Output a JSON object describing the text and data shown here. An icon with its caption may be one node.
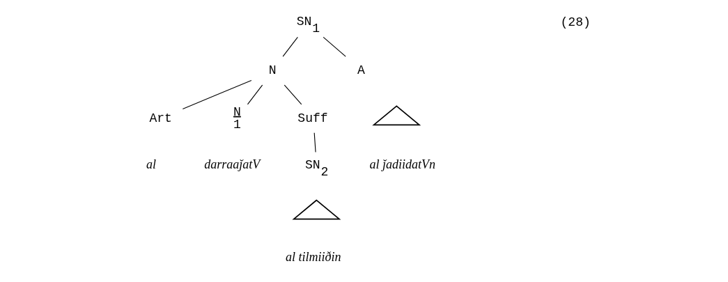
{
  "diagram": {
    "nodes": [
      {
        "text": [
          "SN$_{1}$"
        ]
      },
      {
        "text": [
          "N"
        ]
      },
      {
        "text": [
          "A"
        ]
      },
      {
        "text": [
          "Art"
        ]
      },
      {
        "text": [
          "N",
          "1"
        ]
      },
      {
        "text": [
          "Suff"
        ]
      },
      {
        "text": [
          "SN$_{2}$"
        ]
      },
      {
        "text": [],
        "shape": "triangle"
      },
      {
        "text": [],
        "shape": "triangle"
      },
      {
        "text": [
          "al"
        ]
      },
      {
        "text": [
          "darraaǰatV"
        ]
      },
      {
        "text": [
          "al tilmiiðin"
        ]
      },
      {
        "text": [
          "al ǰadiidatVn"
        ]
      }
    ],
    "edges": [
      {
        "from": 0,
        "to": 1,
        "arrow": "none"
      },
      {
        "from": 0,
        "to": 2,
        "arrow": "none"
      },
      {
        "from": 1,
        "to": 3,
        "arrow": "none"
      },
      {
        "from": 1,
        "to": 4,
        "arrow": "none"
      },
      {
        "from": 1,
        "to": 5,
        "arrow": "none"
      },
      {
        "from": 5,
        "to": 6,
        "arrow": "none"
      }
    ],
    "labels": [
      "(28)"
    ]
  }
}
